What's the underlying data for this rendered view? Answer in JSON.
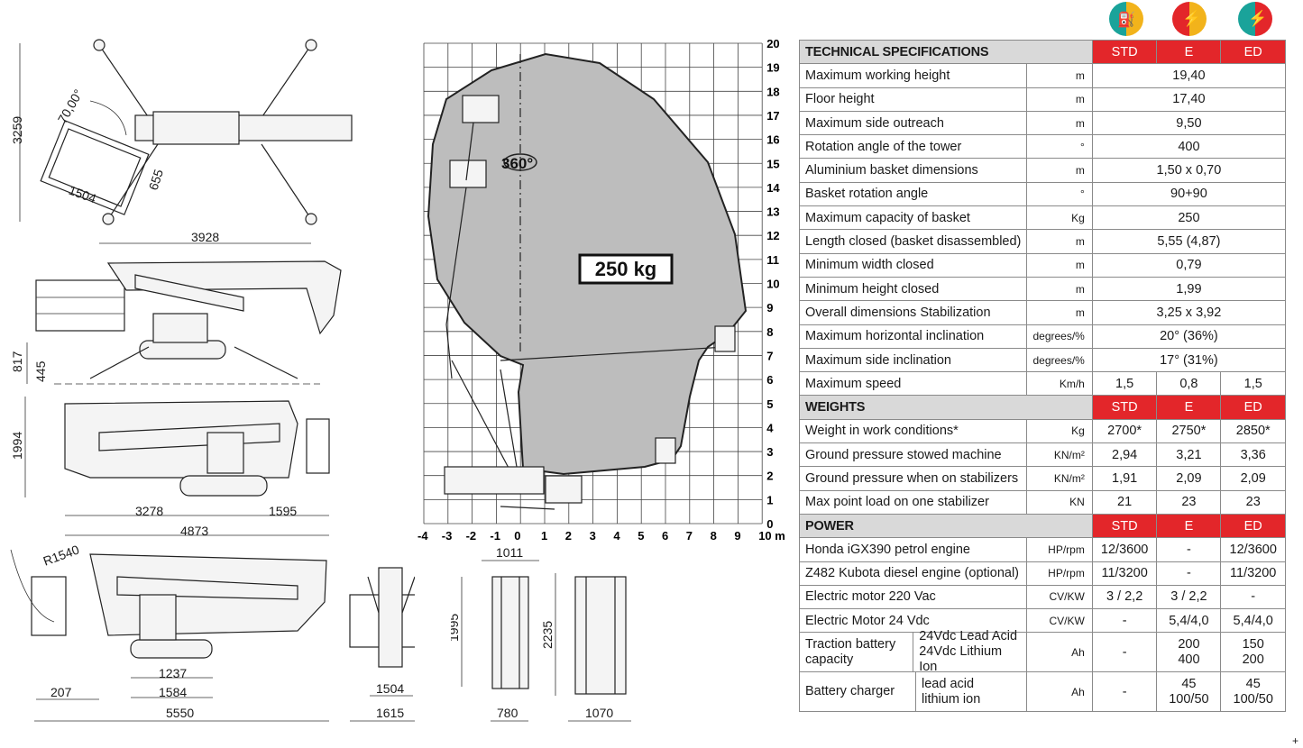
{
  "drawings": {
    "top_view": {
      "angle": "70,00°",
      "dim_h": "3259",
      "basket_w": "1504",
      "basket_d": "655",
      "width": "3928"
    },
    "side_view": {
      "h_total": "817",
      "h_low": "445"
    },
    "side_view2": {
      "h": "1994",
      "len_a": "3278",
      "len_b": "1595",
      "len_total": "4873"
    },
    "side_view3": {
      "radius": "R1540",
      "len_a": "1237",
      "len_b": "1584",
      "offset": "207",
      "len_total": "5550"
    },
    "front_view": {
      "w_basket": "1504",
      "w_total": "1615"
    },
    "front_view2": {
      "w_top": "1011",
      "h": "1995",
      "w_bottom": "780"
    },
    "front_view3": {
      "h": "2235",
      "w": "1070"
    }
  },
  "reach_chart": {
    "y_ticks": [
      "20",
      "19",
      "18",
      "17",
      "16",
      "15",
      "14",
      "13",
      "12",
      "11",
      "10",
      "9",
      "8",
      "7",
      "6",
      "5",
      "4",
      "3",
      "2",
      "1",
      "0"
    ],
    "x_ticks": [
      "-4",
      "-3",
      "-2",
      "-1",
      "0",
      "1",
      "2",
      "3",
      "4",
      "5",
      "6",
      "7",
      "8",
      "9",
      "10 m"
    ],
    "rotation_label": "360°",
    "load_label": "250 kg"
  },
  "power_icons": [
    {
      "name": "std-icon",
      "left": "#1aa39a",
      "right": "#f2b31b"
    },
    {
      "name": "e-icon",
      "left": "#e3262a",
      "right": "#f2b31b"
    },
    {
      "name": "ed-icon",
      "left": "#1aa39a",
      "right": "#e3262a"
    }
  ],
  "table": {
    "tech_header": "TECHNICAL SPECIFICATIONS",
    "col_std": "STD",
    "col_e": "E",
    "col_ed": "ED",
    "tech_rows": [
      {
        "label": "Maximum working height",
        "unit": "m",
        "value": "19,40"
      },
      {
        "label": "Floor height",
        "unit": "m",
        "value": "17,40"
      },
      {
        "label": "Maximum side outreach",
        "unit": "m",
        "value": "9,50"
      },
      {
        "label": "Rotation angle of the tower",
        "unit": "°",
        "value": "400"
      },
      {
        "label": "Aluminium basket dimensions",
        "unit": "m",
        "value": "1,50 x 0,70"
      },
      {
        "label": "Basket rotation angle",
        "unit": "°",
        "value": "90+90"
      },
      {
        "label": "Maximum capacity of basket",
        "unit": "Kg",
        "value": "250"
      },
      {
        "label": "Length closed (basket disassembled)",
        "unit": "m",
        "value": "5,55 (4,87)"
      },
      {
        "label": "Minimum width closed",
        "unit": "m",
        "value": "0,79"
      },
      {
        "label": "Minimum height closed",
        "unit": "m",
        "value": "1,99"
      },
      {
        "label": "Overall dimensions  Stabilization",
        "unit": "m",
        "value": "3,25 x 3,92"
      },
      {
        "label": "Maximum horizontal inclination",
        "unit": "degrees/%",
        "value": "20° (36%)"
      },
      {
        "label": "Maximum side inclination",
        "unit": "degrees/%",
        "value": "17° (31%)"
      }
    ],
    "speed_row": {
      "label": "Maximum speed",
      "unit": "Km/h",
      "std": "1,5",
      "e": "0,8",
      "ed": "1,5"
    },
    "weights_header": "WEIGHTS",
    "weight_rows": [
      {
        "label": "Weight in work conditions*",
        "unit": "Kg",
        "std": "2700*",
        "e": "2750*",
        "ed": "2850*"
      },
      {
        "label": "Ground pressure stowed machine",
        "unit": "KN/m²",
        "std": "2,94",
        "e": "3,21",
        "ed": "3,36"
      },
      {
        "label": "Ground pressure when on stabilizers",
        "unit": "KN/m²",
        "std": "1,91",
        "e": "2,09",
        "ed": "2,09"
      },
      {
        "label": "Max point load on one stabilizer",
        "unit": "KN",
        "std": "21",
        "e": "23",
        "ed": "23"
      }
    ],
    "power_header": "POWER",
    "power_rows": [
      {
        "label": "Honda iGX390 petrol engine",
        "unit": "HP/rpm",
        "std": "12/3600",
        "e": "-",
        "ed": "12/3600"
      },
      {
        "label": "Z482 Kubota diesel engine (optional)",
        "unit": "HP/rpm",
        "std": "11/3200",
        "e": "-",
        "ed": "11/3200"
      },
      {
        "label": "Electric motor  220 Vac",
        "unit": "CV/KW",
        "std": "3 / 2,2",
        "e": "3 / 2,2",
        "ed": "-"
      },
      {
        "label": "Electric Motor  24 Vdc",
        "unit": "CV/KW",
        "std": "-",
        "e": "5,4/4,0",
        "ed": "5,4/4,0"
      }
    ],
    "battery": {
      "label": "Traction battery capacity",
      "sub1": "24Vdc Lead Acid",
      "sub2": "24Vdc Lithium Ion",
      "unit": "Ah",
      "std": "-",
      "e1": "200",
      "e2": "400",
      "ed1": "150",
      "ed2": "200"
    },
    "charger": {
      "label": "Battery charger",
      "sub1": "lead acid",
      "sub2": "lithium ion",
      "unit": "Ah",
      "std": "-",
      "e1": "45",
      "e2": "100/50",
      "ed1": "45",
      "ed2": "100/50"
    }
  }
}
